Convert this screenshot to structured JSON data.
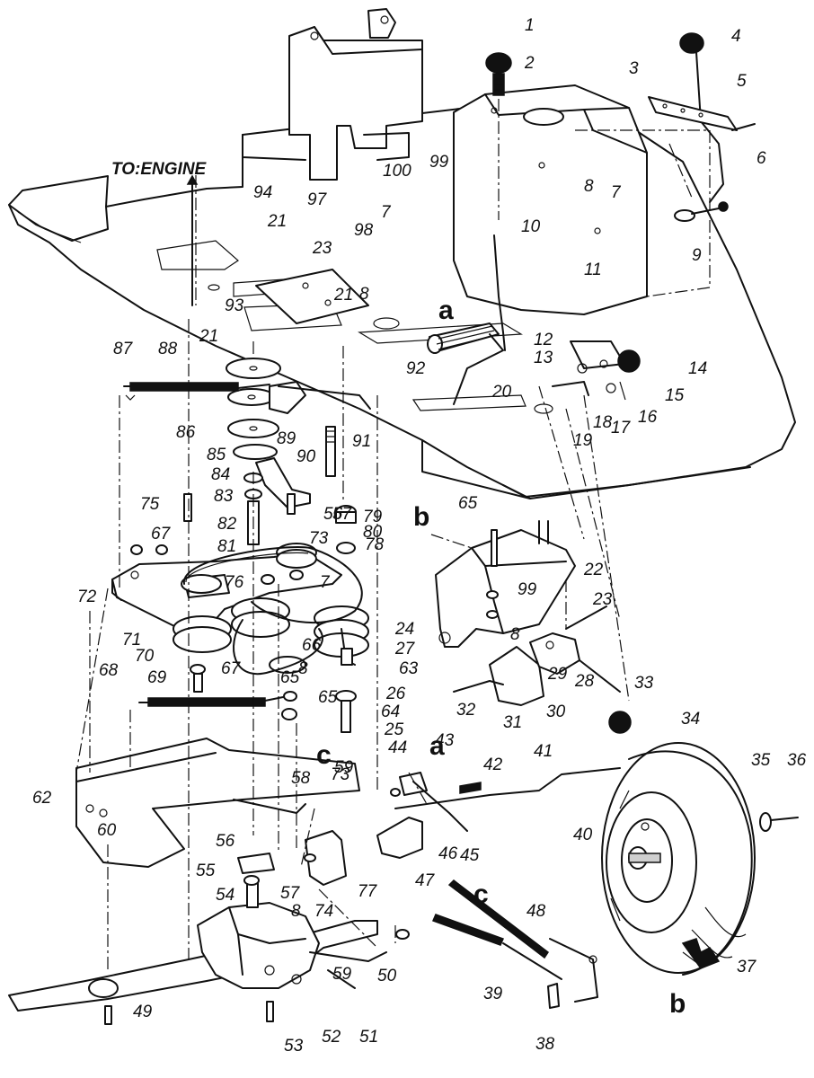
{
  "diagram": {
    "engine_label": "TO:ENGINE",
    "section_letters": [
      "a",
      "b",
      "c",
      "a",
      "b",
      "c"
    ],
    "part_numbers": [
      "1",
      "2",
      "3",
      "4",
      "5",
      "6",
      "7",
      "8",
      "9",
      "10",
      "11",
      "12",
      "13",
      "14",
      "15",
      "16",
      "17",
      "18",
      "19",
      "20",
      "21",
      "22",
      "23",
      "24",
      "25",
      "26",
      "27",
      "28",
      "29",
      "30",
      "31",
      "32",
      "33",
      "34",
      "35",
      "36",
      "37",
      "38",
      "39",
      "40",
      "41",
      "42",
      "43",
      "44",
      "45",
      "46",
      "47",
      "48",
      "49",
      "50",
      "51",
      "52",
      "53",
      "54",
      "55",
      "56",
      "57",
      "58",
      "59",
      "60",
      "62",
      "63",
      "64",
      "65",
      "66",
      "67",
      "68",
      "69",
      "70",
      "71",
      "72",
      "73",
      "74",
      "75",
      "76",
      "77",
      "78",
      "79",
      "80",
      "81",
      "82",
      "83",
      "84",
      "85",
      "86",
      "87",
      "88",
      "89",
      "90",
      "91",
      "92",
      "93",
      "94",
      "97",
      "98",
      "99",
      "100",
      "7",
      "8",
      "21",
      "23",
      "56",
      "57",
      "59",
      "65",
      "67",
      "73",
      "7",
      "8",
      "8",
      "99",
      "8",
      "21",
      "65"
    ]
  }
}
